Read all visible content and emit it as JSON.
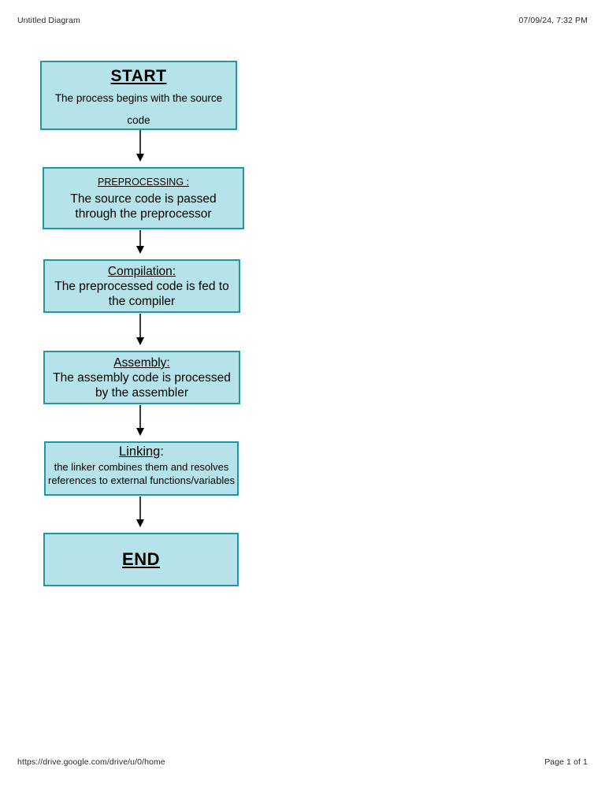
{
  "header": {
    "document_title": "Untitled Diagram",
    "datetime": "07/09/24, 7:32 PM"
  },
  "footer": {
    "source_url": "https://drive.google.com/drive/u/0/home",
    "page_info": "Page 1 of 1"
  },
  "colors": {
    "node_fill": "#b6e3e9",
    "node_border": "#1e98a2",
    "arrow": "#3a3a3a",
    "text": "#000000",
    "page_background": "#ffffff"
  },
  "flowchart": {
    "nodes": [
      {
        "id": "start",
        "title": "START",
        "body_lines": [
          "The process begins with the source",
          "code"
        ]
      },
      {
        "id": "preprocessing",
        "title": "PREPROCESSING :",
        "body_lines": [
          "The source code is passed",
          "through the preprocessor"
        ]
      },
      {
        "id": "compilation",
        "title": "Compilation:",
        "body_lines": [
          "The preprocessed code is fed to",
          "the compiler"
        ]
      },
      {
        "id": "assembly",
        "title": "Assembly:",
        "body_lines": [
          "The assembly code is processed",
          "by the assembler"
        ]
      },
      {
        "id": "linking",
        "title": "Linking",
        "title_suffix": ":",
        "body_lines": [
          "the linker combines them and resolves",
          "references to external functions/variables"
        ]
      },
      {
        "id": "end",
        "title": "END",
        "body_lines": []
      }
    ],
    "edges": [
      {
        "from": "start",
        "to": "preprocessing"
      },
      {
        "from": "preprocessing",
        "to": "compilation"
      },
      {
        "from": "compilation",
        "to": "assembly"
      },
      {
        "from": "assembly",
        "to": "linking"
      },
      {
        "from": "linking",
        "to": "end"
      }
    ]
  }
}
